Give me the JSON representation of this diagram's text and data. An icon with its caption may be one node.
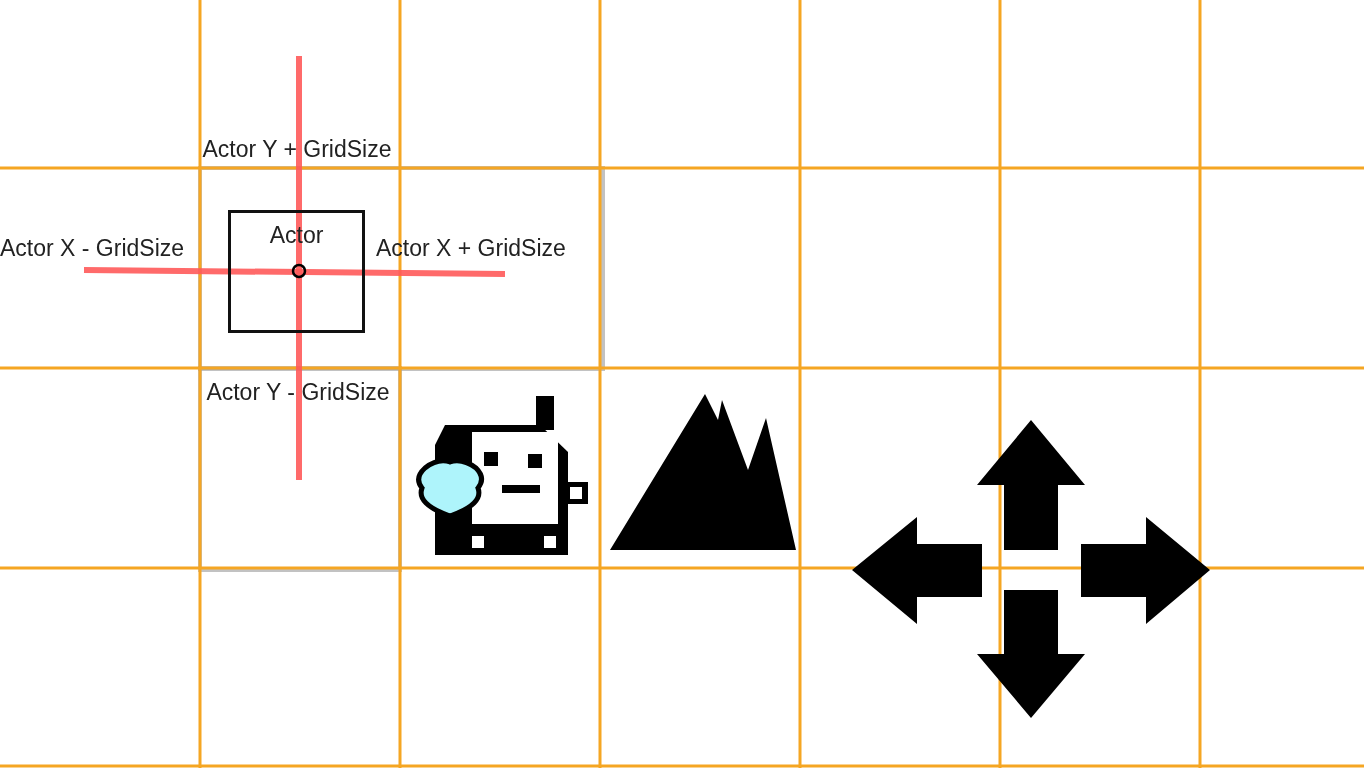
{
  "diagram": {
    "nodes": [
      {
        "text": [
          "Actor"
        ]
      }
    ],
    "labels": [
      "Actor Y + GridSize",
      "Actor X - GridSize",
      "Actor X + GridSize",
      "Actor Y - GridSize"
    ]
  }
}
